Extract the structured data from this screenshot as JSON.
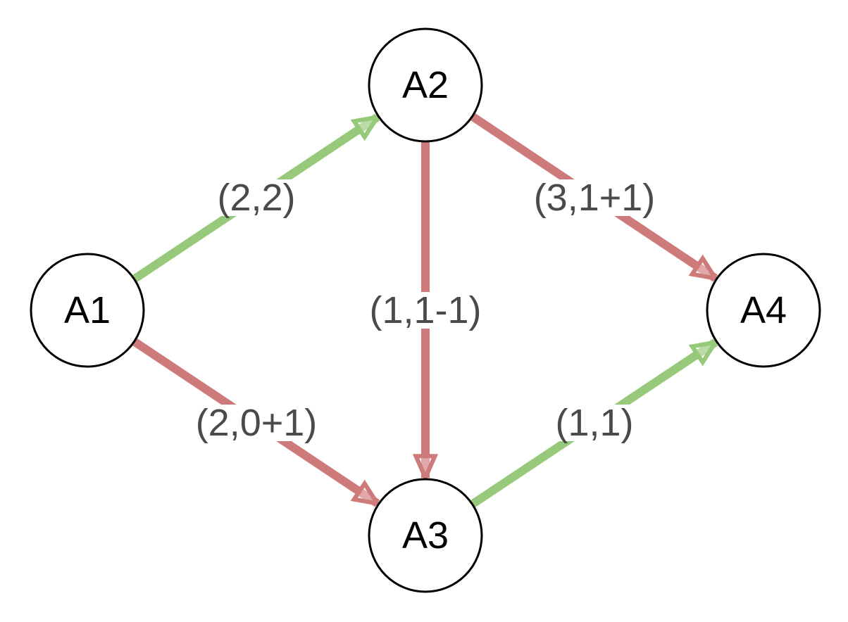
{
  "colors": {
    "positive": "#97c97a",
    "negative": "#cf7a7a",
    "node_stroke": "#000000",
    "label_text": "#4a4a4a"
  },
  "nodes": [
    {
      "id": "A1",
      "label": "A1"
    },
    {
      "id": "A2",
      "label": "A2"
    },
    {
      "id": "A3",
      "label": "A3"
    },
    {
      "id": "A4",
      "label": "A4"
    }
  ],
  "edges": [
    {
      "id": "a1-a2",
      "from": "A1",
      "to": "A2",
      "label": "(2,2)",
      "color": "positive"
    },
    {
      "id": "a1-a3",
      "from": "A1",
      "to": "A3",
      "label": "(2,0+1)",
      "color": "negative"
    },
    {
      "id": "a2-a3",
      "from": "A2",
      "to": "A3",
      "label": "(1,1-1)",
      "color": "negative"
    },
    {
      "id": "a2-a4",
      "from": "A2",
      "to": "A4",
      "label": "(3,1+1)",
      "color": "negative"
    },
    {
      "id": "a3-a4",
      "from": "A3",
      "to": "A4",
      "label": "(1,1)",
      "color": "positive"
    }
  ]
}
